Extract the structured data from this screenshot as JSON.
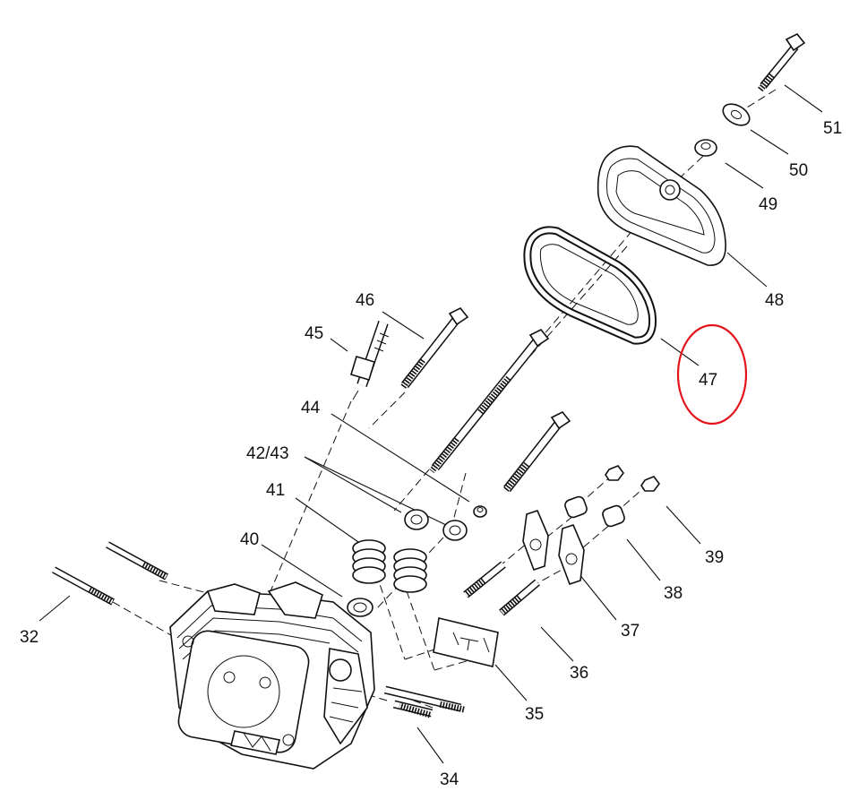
{
  "diagram": {
    "highlight_color": "#e3141b",
    "highlighted_part": "47",
    "labels": [
      {
        "id": "51",
        "text": "51"
      },
      {
        "id": "50",
        "text": "50"
      },
      {
        "id": "49",
        "text": "49"
      },
      {
        "id": "48",
        "text": "48"
      },
      {
        "id": "47",
        "text": "47"
      },
      {
        "id": "46",
        "text": "46"
      },
      {
        "id": "45",
        "text": "45"
      },
      {
        "id": "44",
        "text": "44"
      },
      {
        "id": "42_43",
        "text": "42/43"
      },
      {
        "id": "41",
        "text": "41"
      },
      {
        "id": "40",
        "text": "40"
      },
      {
        "id": "39",
        "text": "39"
      },
      {
        "id": "38",
        "text": "38"
      },
      {
        "id": "37",
        "text": "37"
      },
      {
        "id": "36",
        "text": "36"
      },
      {
        "id": "35",
        "text": "35"
      },
      {
        "id": "34",
        "text": "34"
      },
      {
        "id": "32",
        "text": "32"
      }
    ]
  }
}
